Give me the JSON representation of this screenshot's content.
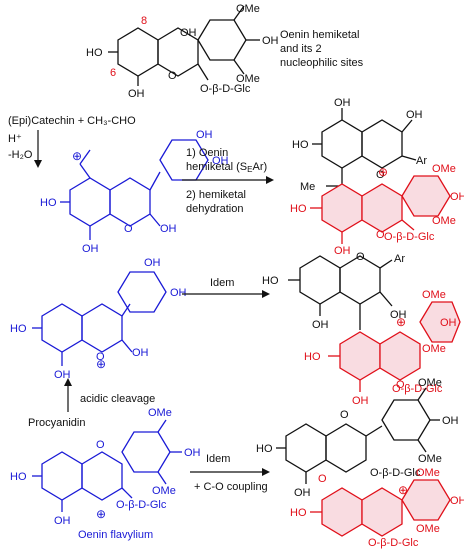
{
  "colors": {
    "black": "#111111",
    "blue": "#1a1ad6",
    "red": "#e0101a",
    "highlight": "#f4c9d0"
  },
  "top": {
    "caption_line1": "Oenin hemiketal",
    "caption_line2": "and its 2",
    "caption_line3": "nucleophilic sites",
    "site8": "8",
    "site6": "6",
    "labels": {
      "ome": "OMe",
      "oh": "OH",
      "ho": "HO",
      "oh_ring": "OH",
      "o": "O",
      "glc": "O-β-D-Glc"
    }
  },
  "row1": {
    "reactant_line1": "(Epi)Catechin + CH₃-CHO",
    "reactant_line2": "H⁺",
    "reactant_line3": "-H₂O",
    "plus": "⊕",
    "step1_line1": "1) Oenin",
    "step1_line2": "hemiketal (S",
    "step1_sub": "E",
    "step1_end": "Ar)",
    "step2_line1": "2) hemiketal",
    "step2_line2": "dehydration",
    "me": "Me",
    "ar": "Ar"
  },
  "row2": {
    "arrow_label": "Idem",
    "cleavage_label": "acidic cleavage",
    "procyanidin": "Procyanidin",
    "plus": "⊕",
    "ar": "Ar"
  },
  "row3": {
    "arrow_label1": "Idem",
    "arrow_label2": "+ C-O coupling",
    "flavylium_label": "Oenin flavylium",
    "plus": "⊕"
  }
}
